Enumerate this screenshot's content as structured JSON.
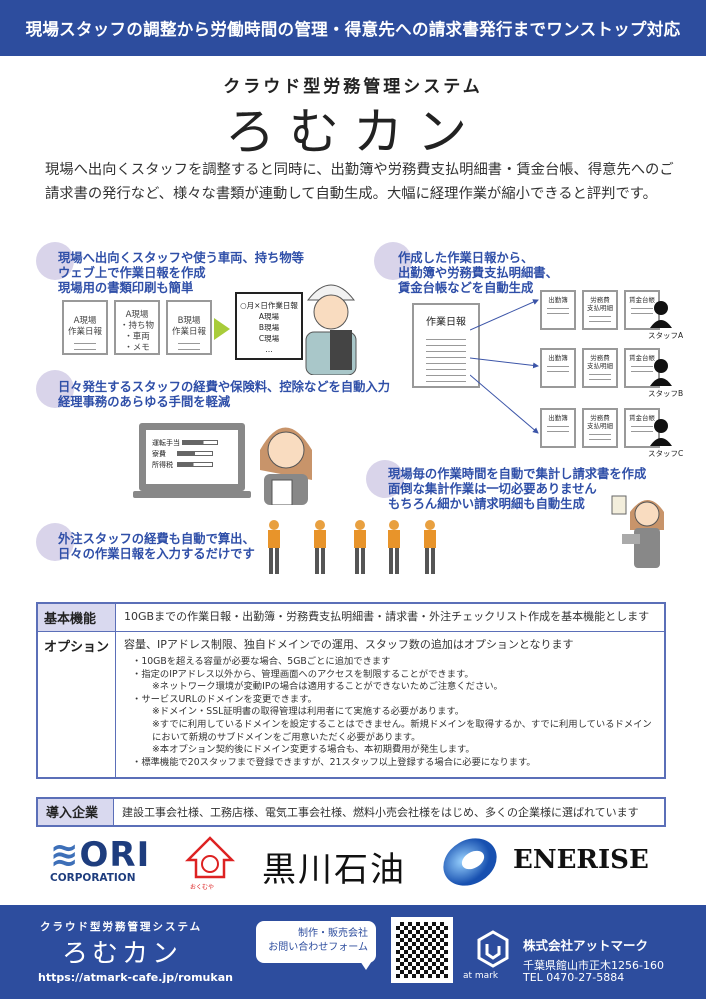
{
  "header": {
    "banner": "現場スタッフの調整から労働時間の管理・得意先への請求書発行までワンストップ対応",
    "subtitle": "クラウド型労務管理システム",
    "title": "ろむカン",
    "lead": "現場へ出向くスタッフを調整すると同時に、出勤簿や労務費支払明細書・賃金台帳、得意先へのご請求書の発行など、様々な書類が連動して自動生成。大幅に経理作業が縮小できると評判です。"
  },
  "features": {
    "f1": [
      "現場へ出向くスタッフや使う車両、持ち物等",
      "ウェブ上で作業日報を作成",
      "現場用の書類印刷も簡単"
    ],
    "f1_docs": [
      [
        "A現場",
        "作業日報"
      ],
      [
        "A現場",
        "・持ち物",
        "・車両",
        "・メモ"
      ],
      [
        "B現場",
        "作業日報"
      ]
    ],
    "f1_summary": [
      "○月×日作業日報",
      "A現場",
      "B現場",
      "C現場",
      "…"
    ],
    "f2": [
      "日々発生するスタッフの経費や保険料、控除などを自動入力",
      "経理事務のあらゆる手間を軽減"
    ],
    "f2_chart": [
      "運転手当",
      "寮費",
      "所得税"
    ],
    "f3": [
      "作成した作業日報から、",
      "出勤簿や労務費支払明細書、",
      "賃金台帳などを自動生成"
    ],
    "f3_source": "作業日報",
    "f3_docs": {
      "attendance": "出勤簿",
      "labor1": "労務費",
      "labor2": "支払明細",
      "ledger": "賃金台帳"
    },
    "f3_staff": [
      "スタッフA",
      "スタッフB",
      "スタッフC"
    ],
    "f4": [
      "現場毎の作業時間を自動で集計し請求書を作成",
      "面倒な集計作業は一切必要ありません",
      "もちろん細かい請求明細も自動生成"
    ],
    "f5": [
      "外注スタッフの経費も自動で算出、",
      "日々の作業日報を入力するだけです"
    ]
  },
  "table": {
    "basic_label": "基本機能",
    "basic_text": "10GBまでの作業日報・出勤簿・労務費支払明細書・請求書・外注チェックリスト作成を基本機能とします",
    "option_label": "オプション",
    "option_text": "容量、IPアドレス制限、独自ドメインでの運用、スタッフ数の追加はオプションとなります",
    "option_items": [
      "・10GBを超える容量が必要な場合、5GBごとに追加できます",
      "・指定のIPアドレス以外から、管理画面へのアクセスを制限することができます。",
      "※ネットワーク環境が変動IPの場合は適用することができないためご注意ください。",
      "・サービスURLのドメインを変更できます。",
      "※ドメイン・SSL証明書の取得管理は利用者にて実施する必要があります。",
      "※すでに利用しているドメインを設定することはできません。新規ドメインを取得するか、すでに利用しているドメインにおいて新規のサブドメインをご用意いただく必要があります。",
      "※本オプション契約後にドメイン変更する場合も、本初期費用が発生します。",
      "・標準機能で20スタッフまで登録できますが、21スタッフ以上登録する場合に必要になります。"
    ]
  },
  "intro": {
    "label": "導入企業",
    "text": "建設工事会社様、工務店様、電気工事会社様、燃料小売会社様をはじめ、多くの企業様に選ばれています",
    "logos": [
      "ORI",
      "CORPORATION",
      "おくむや",
      "黒川石油",
      "ENERISE"
    ]
  },
  "footer": {
    "subtitle": "クラウド型労務管理システム",
    "title": "ろむカン",
    "url": "https://atmark-cafe.jp/romukan",
    "bubble1": "制作・販売会社",
    "bubble2": "お問い合わせフォーム",
    "brand": "at mark",
    "company": "株式会社アットマーク",
    "address": "千葉県館山市正木1256-160",
    "tel": "TEL 0470-27-5884"
  },
  "colors": {
    "brand": "#2d4d9e",
    "callout": "#2f4fa8",
    "circle": "#d9d4ea"
  }
}
